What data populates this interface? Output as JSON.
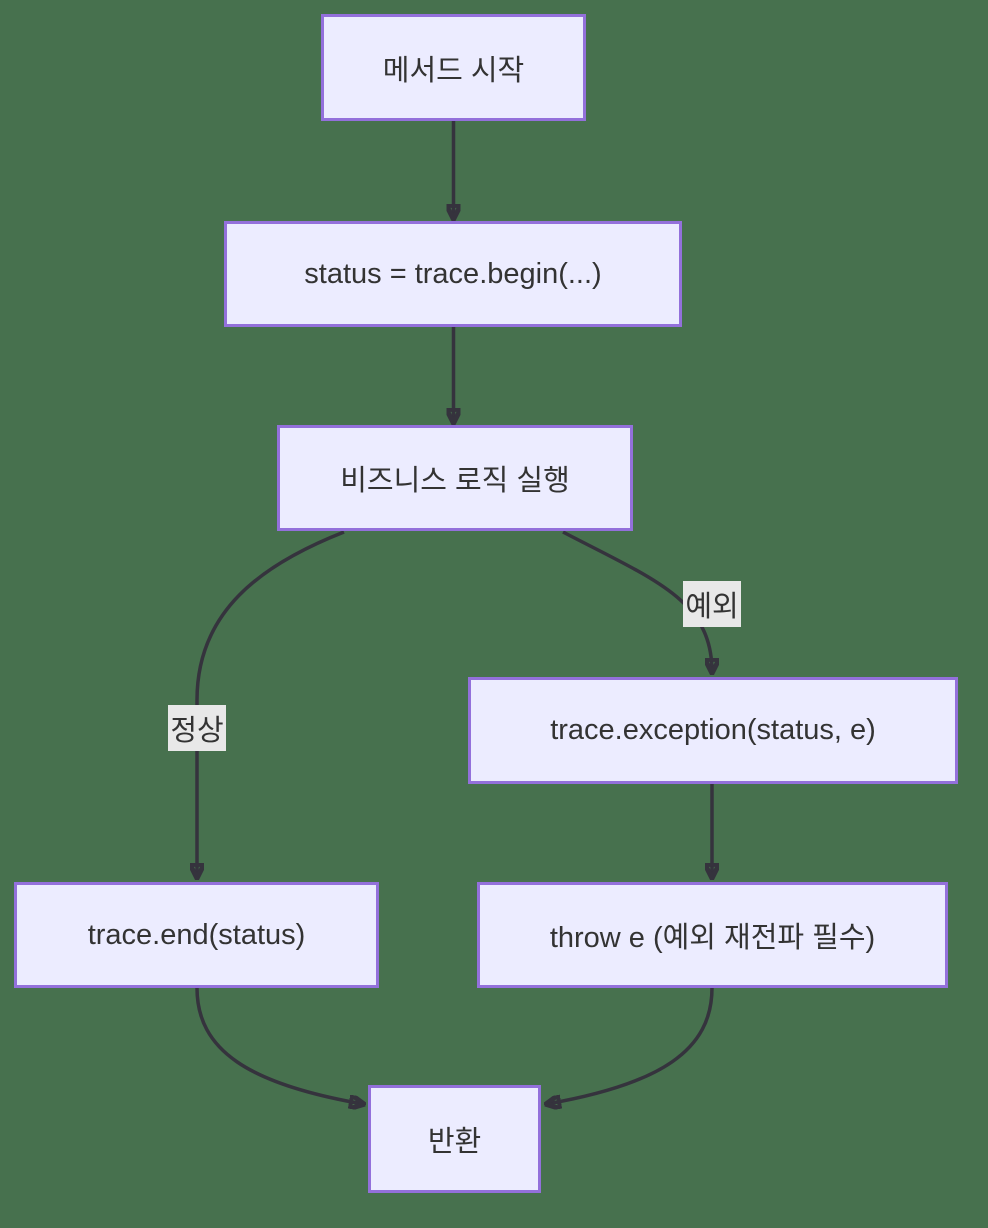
{
  "diagram": {
    "type": "flowchart",
    "direction": "top-down",
    "colors": {
      "background": "#47714E",
      "node_fill": "#ECECFF",
      "node_border": "#9370DB",
      "edge_stroke": "#35333D",
      "edge_label_bg": "#E8E8E8",
      "text": "#333333"
    },
    "nodes": [
      {
        "id": "start",
        "label": "메서드 시작"
      },
      {
        "id": "begin",
        "label": "status = trace.begin(...)"
      },
      {
        "id": "logic",
        "label": "비즈니스 로직 실행"
      },
      {
        "id": "exception",
        "label": "trace.exception(status, e)"
      },
      {
        "id": "end",
        "label": "trace.end(status)"
      },
      {
        "id": "throw",
        "label": "throw e (예외 재전파 필수)"
      },
      {
        "id": "return",
        "label": "반환"
      }
    ],
    "edges": [
      {
        "from": "start",
        "to": "begin",
        "label": ""
      },
      {
        "from": "begin",
        "to": "logic",
        "label": ""
      },
      {
        "from": "logic",
        "to": "end",
        "label": "정상"
      },
      {
        "from": "logic",
        "to": "exception",
        "label": "예외"
      },
      {
        "from": "exception",
        "to": "throw",
        "label": ""
      },
      {
        "from": "end",
        "to": "return",
        "label": ""
      },
      {
        "from": "throw",
        "to": "return",
        "label": ""
      }
    ]
  }
}
